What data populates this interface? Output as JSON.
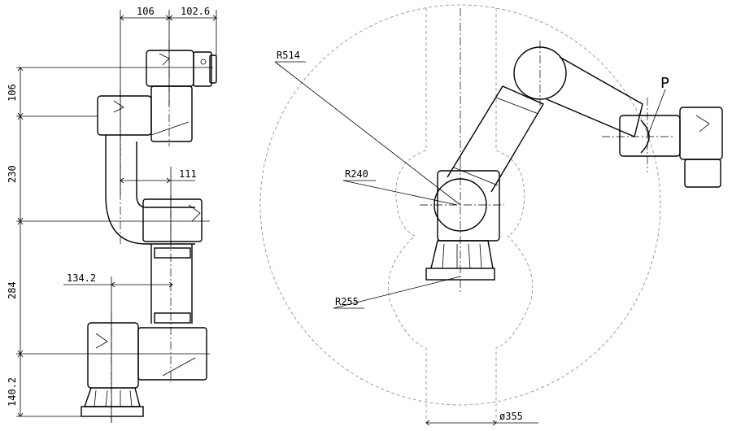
{
  "side_view": {
    "dim_top_left": "106",
    "dim_top_right": "102.6",
    "dim_link_offset": "111",
    "dim_base_offset": "134.2",
    "vertical_dims": [
      "106",
      "230",
      "284",
      "140.2"
    ]
  },
  "workspace_view": {
    "r_outer": "R514",
    "r_inner": "R240",
    "r_base": "R255",
    "base_diameter": "ø355",
    "point_label": "P"
  }
}
